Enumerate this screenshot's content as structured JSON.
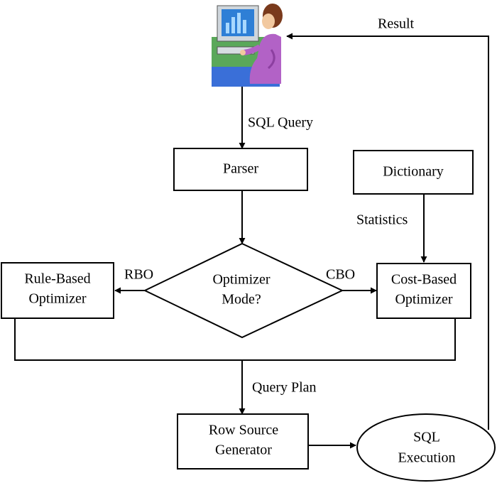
{
  "nodes": {
    "parser": {
      "label": "Parser"
    },
    "dictionary": {
      "label": "Dictionary"
    },
    "optimizer_mode": {
      "label_line1": "Optimizer",
      "label_line2": "Mode?"
    },
    "rule_based": {
      "label_line1": "Rule-Based",
      "label_line2": "Optimizer"
    },
    "cost_based": {
      "label_line1": "Cost-Based",
      "label_line2": "Optimizer"
    },
    "row_source": {
      "label_line1": "Row Source",
      "label_line2": "Generator"
    },
    "sql_execution": {
      "label_line1": "SQL",
      "label_line2": "Execution"
    }
  },
  "edges": {
    "sql_query": "SQL Query",
    "statistics": "Statistics",
    "rbo": "RBO",
    "cbo": "CBO",
    "query_plan": "Query Plan",
    "result": "Result"
  },
  "user_icon": "user-at-computer-icon"
}
